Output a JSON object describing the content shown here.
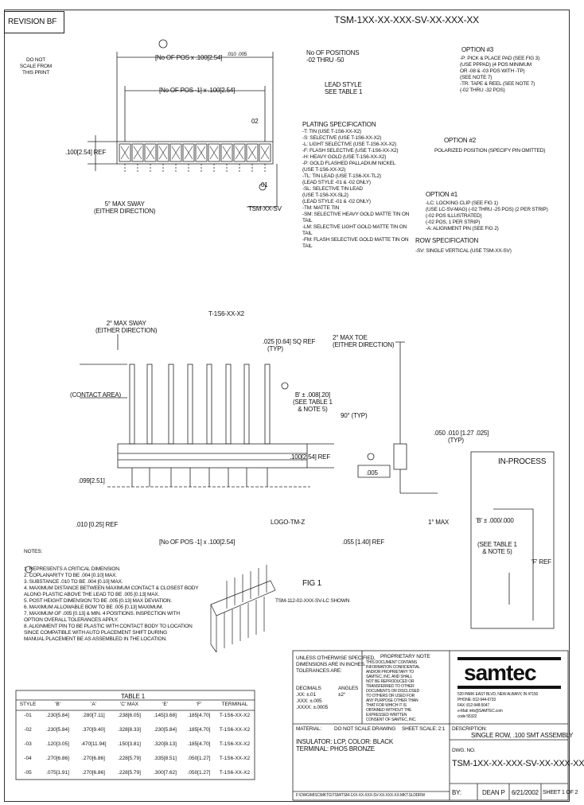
{
  "header": {
    "revision": "REVISION BF",
    "part_number_top": "TSM-1XX-XX-XXX-SV-XX-XXX-XX"
  },
  "note_scale": [
    "DO NOT",
    "SCALE FROM",
    "THIS PRINT"
  ],
  "dimensions": {
    "top_overall": "[No OF POS x .100[2.54]",
    "top_tol": ".010 .005",
    "top_pitch": "[No OF POS -1] x .100[2.54]",
    "row_ref": ".100[2.54] REF",
    "pos02": "02",
    "pos01": "01",
    "sway": [
      "5° MAX SWAY",
      "(EITHER DIRECTION)"
    ],
    "tsm_label": "TSM-XX-SV",
    "sway2": [
      "2° MAX SWAY",
      "(EITHER DIRECTION)"
    ],
    "t_label": "T-1S6-XX-X2",
    "sq_ref": [
      ".025 [0.64] SQ REF",
      "(TYP)"
    ],
    "toe": [
      "2° MAX TOE",
      "(EITHER DIRECTION)"
    ],
    "contact_area": "(CONTACT AREA)",
    "b_dim": [
      "B' ± .008[.20]",
      "(SEE TABLE 1",
      "& NOTE 5)"
    ],
    "angle": "90° (TYP)",
    "tol50": [
      ".050 .010 [1.27 .025]",
      "(TYP)"
    ],
    "ref100": ".100[2.54] REF",
    "ref099": ".099[2.51]",
    "ref010": ".010 [0.25] REF",
    "lockheight": "LOGO-TM-Z",
    "datum": ".005",
    "tmax": "1° MAX",
    "bottom_pitch": "[No OF POS -1] x .100[2.54]",
    "pitch_bot": ".055 [1.40] REF"
  },
  "ordering": {
    "no_positions": [
      "No OF POSITIONS",
      "-02 THRU -50"
    ],
    "lead_style": [
      "LEAD STYLE",
      "SEE TABLE 1"
    ],
    "plating_title": "PLATING SPECIFICATION",
    "plating": [
      "-T: TIN (USE T-1S6-XX-X2)",
      "-S: SELECTIVE (USE T-1S6-XX-X2)",
      "-L: LIGHT SELECTIVE (USE T-1S6-XX-X2)",
      "-F: FLASH SELECTIVE (USE T-1S6-XX-X2)",
      "-H: HEAVY GOLD (USE T-1S6-XX-X2)",
      "-P: GOLD FLASHED PALLADIUM NICKEL",
      "   (USE T-1S6-XX-X2)",
      "-TL: TIN LEAD (USE T-1S6-XX-TL2)",
      "   (LEAD STYLE -01 & -02 ONLY)",
      "-SL: SELECTIVE TIN LEAD",
      "   (USE T-1S6-XX-SL2)",
      "   (LEAD STYLE -01 & -02 ONLY)",
      "-TM: MATTE TIN",
      "-SM: SELECTIVE HEAVY GOLD MATTE TIN ON",
      "   TAIL",
      "-LM: SELECTIVE LIGHT GOLD MATTE TIN ON",
      "   TAIL",
      "-FM: FLASH SELECTIVE GOLD MATTE TIN ON",
      "   TAIL"
    ],
    "row_title": "ROW SPECIFICATION",
    "row_spec": "-SV: SINGLE VERTICAL (USE TSM-XX-SV)",
    "opt1_title": "OPTION #1",
    "opt1": [
      "-LC: LOCKING CLIP (SEE FIG 1)",
      "   (USE LC-SV-MAG) (-02 THRU -25 POS) (2 PER STRIP)",
      "   (-02 POS ILLUSTRATED)",
      "   (-02 POS, 1 PER STRIP)",
      "-A: ALIGNMENT PIN (SEE FIG 2)"
    ],
    "opt2_title": "OPTION #2",
    "opt2": "POLARIZED POSITION (SPECIFY PIN OMITTED)",
    "opt3_title": "OPTION #3",
    "opt3": [
      "-P: PICK & PLACE PAD (SEE FIG 3)",
      "   (USE PPPAD) (4 POS MINIMUM",
      "   OR -08 & -03 POS WITH -TP)",
      "   (SEE NOTE 7)",
      "-TR: TAPE & REEL (SEE NOTE 7)",
      "   (-02 THRU -32 POS)"
    ]
  },
  "iprocess": {
    "title": "IN-PROCESS",
    "b_label": "'B' ± .000/.000",
    "note": [
      "(SEE TABLE 1",
      "& NOTE 5)"
    ],
    "ref": "'F' REF"
  },
  "notes": {
    "title": "NOTES:",
    "items": [
      "1. REPRESENTS A CRITICAL DIMENSION.",
      "2. COPLANARITY TO BE .004 [0.10] MAX.",
      "3. SUBSTANCE .010 TO BE .004 [0.10] MAX.",
      "4. MAXIMUM DISTANCE BETWEEN MAXIMUM CONTACT & CLOSEST BODY",
      "   ALONG PLASTIC ABOVE THE LEAD TO BE .005 [0.13] MAX.",
      "5. POST HEIGHT DIMENSION TO BE .005 [0.13] MAX DEVIATION.",
      "6. MAXIMUM ALLOWABLE BOW TO BE .005 [0.13] MAXIMUM.",
      "7. MAXIMUM OF .005 [0.13] & MIN. 4 POSITIONS. INSPECTION WITH",
      "   OPTION OVERALL TOLERANCES APPLY.",
      "8. ALIGNMENT PIN TO BE PLASTIC WITH CONTACT BODY TO LOCATION",
      "   SINCE COMPATIBLE WITH AUTO PLACEMENT SHIFT DURING",
      "   MANUAL PLACEMENT BE AS ASSEMBLED IN THE LOCATION."
    ]
  },
  "fig": {
    "title": "FIG 1",
    "caption": "TSM-112-02-XXX-SV-LC SHOWN"
  },
  "table": {
    "title": "TABLE 1",
    "headers": [
      "STYLE",
      "'B'",
      "'A'",
      "'C' MAX",
      "'E'",
      "'F'",
      "TERMINAL"
    ],
    "rows": [
      [
        "-01",
        ".230[5.84]",
        ".280[7.11]",
        ".238[6.05]",
        ".145[3.68]",
        ".185[4.70]",
        "T-1S6-XX-X2"
      ],
      [
        "-02",
        ".230[5.84]",
        ".370[9.40]",
        ".328[8.33]",
        ".230[5.84]",
        ".185[4.70]",
        "T-1S6-XX-X2"
      ],
      [
        "-03",
        ".120[3.05]",
        ".470[11.94]",
        ".150[3.81]",
        ".320[8.13]",
        ".185[4.70]",
        "T-1S6-XX-X2"
      ],
      [
        "-04",
        ".270[6.86]",
        ".270[6.86]",
        ".228[5.79]",
        ".335[8.51]",
        ".050[1.27]",
        "T-1S6-XX-X2"
      ],
      [
        "-05",
        ".075[1.91]",
        ".270[6.86]",
        ".228[5.79]",
        ".300[7.62]",
        ".050[1.27]",
        "T-1S6-XX-X2"
      ]
    ]
  },
  "titleblock": {
    "tolerance": [
      "UNLESS OTHERWISE SPECIFIED,",
      "DIMENSIONS ARE IN INCHES.",
      "TOLERANCES ARE:"
    ],
    "decimals": [
      "DECIMALS",
      ".XX: ±.01",
      ".XXX: ±.005",
      ".XXXX: ±.0005"
    ],
    "angles": [
      "ANGLES",
      "±2°"
    ],
    "proprietary_title": "PROPRIETARY NOTE",
    "proprietary": [
      "THIS DOCUMENT CONTAINS",
      "INFORMATION CONFIDENTIAL",
      "AND/OR PROPRIETARY TO",
      "SAMTEC, INC. AND SHALL",
      "NOT BE REPRODUCED OR",
      "TRANSFERRED TO OTHER",
      "DOCUMENTS OR DISCLOSED",
      "TO OTHERS OR USED FOR",
      "ANY PURPOSE OTHER THAN",
      "THAT FOR WHICH IT IS",
      "OBTAINED WITHOUT THE",
      "EXPRESSED WRITTEN",
      "CONSENT OF SAMTEC, INC."
    ],
    "brand": "samtec",
    "address": [
      "520 PARK EAST BLVD, NEW ALBANY, IN 47150",
      "PHONE: 812-944-6733",
      "FAX: 812-948-5047",
      "e-Mail: info@SAMTEC.com",
      "code 55322"
    ],
    "material_title": "MATERIAL:",
    "material": [
      "INSULATOR: LCP, COLOR: BLACK",
      "TERMINAL: PHOS BRONZE"
    ],
    "do_not_scale": "DO NOT SCALE DRAWING",
    "sheet_scale": "SHEET SCALE: 2:1",
    "desc_title": "DESCRIPTION:",
    "description": "SINGLE ROW, .100 SMT ASSEMBLY",
    "dwg_title": "DWG. NO.",
    "dwg_no": "TSM-1XX-XX-XXX-SV-XX-XXX-XX",
    "by": "BY:",
    "drawer": "DEAN P",
    "date": "6/21/2002",
    "sheet": "SHEET 1 OF 2",
    "footer": "F:\\DWG\\MISC\\MKTG\\TSM\\TSM-1XX-XX-XXX-SV-XX-XXX-XX-MKT.SLDDRW"
  }
}
